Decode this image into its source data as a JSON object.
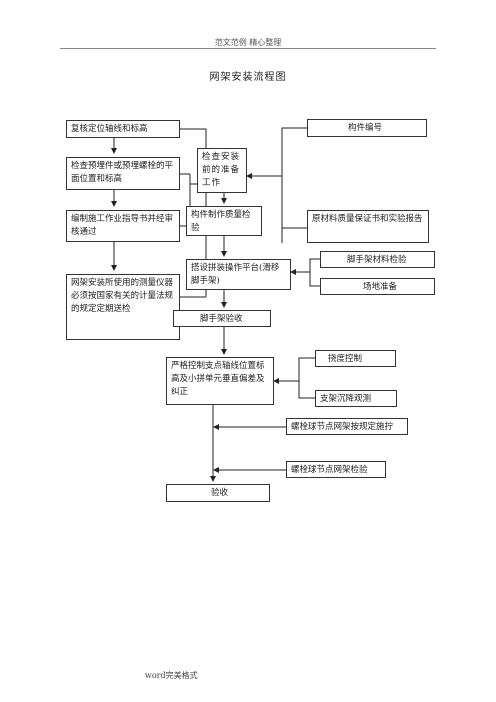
{
  "header": "范文范例 精心整理",
  "title": "网架安装流程图",
  "footer": "word完美格式",
  "nodes": {
    "verify_axes": "复核定位轴线和标高",
    "check_embedded": "检查预埋件或预埋螺栓的平面位置和标高",
    "prepare_guide": "编制施工作业指导书并经审核通过",
    "measuring_tools": "网架安装所使用的测量仪器必须按国家有关的计量法规的规定定期送检",
    "pre_install_check": "检查安装前的准备工作",
    "component_number": "构件编号",
    "quality_check": "构件制作质量检验",
    "material_cert": "原材料质量保证书和实验报告",
    "scaffold_platform": "搭设拼装操作平台(滑移脚手架)",
    "scaffold_material_check": "脚手架材料检验",
    "site_prep": "场地准备",
    "scaffold_acceptance": "脚手架验收",
    "control_support": "严格控制支点轴线位置标高及小拼单元垂直偏差及纠正",
    "deflection_control": "挠度控制",
    "settlement_observe": "支架沉降观测",
    "bolt_tighten": "螺栓球节点网架按规定施拧",
    "bolt_inspect": "螺栓球节点网架检验",
    "acceptance": "验收"
  }
}
